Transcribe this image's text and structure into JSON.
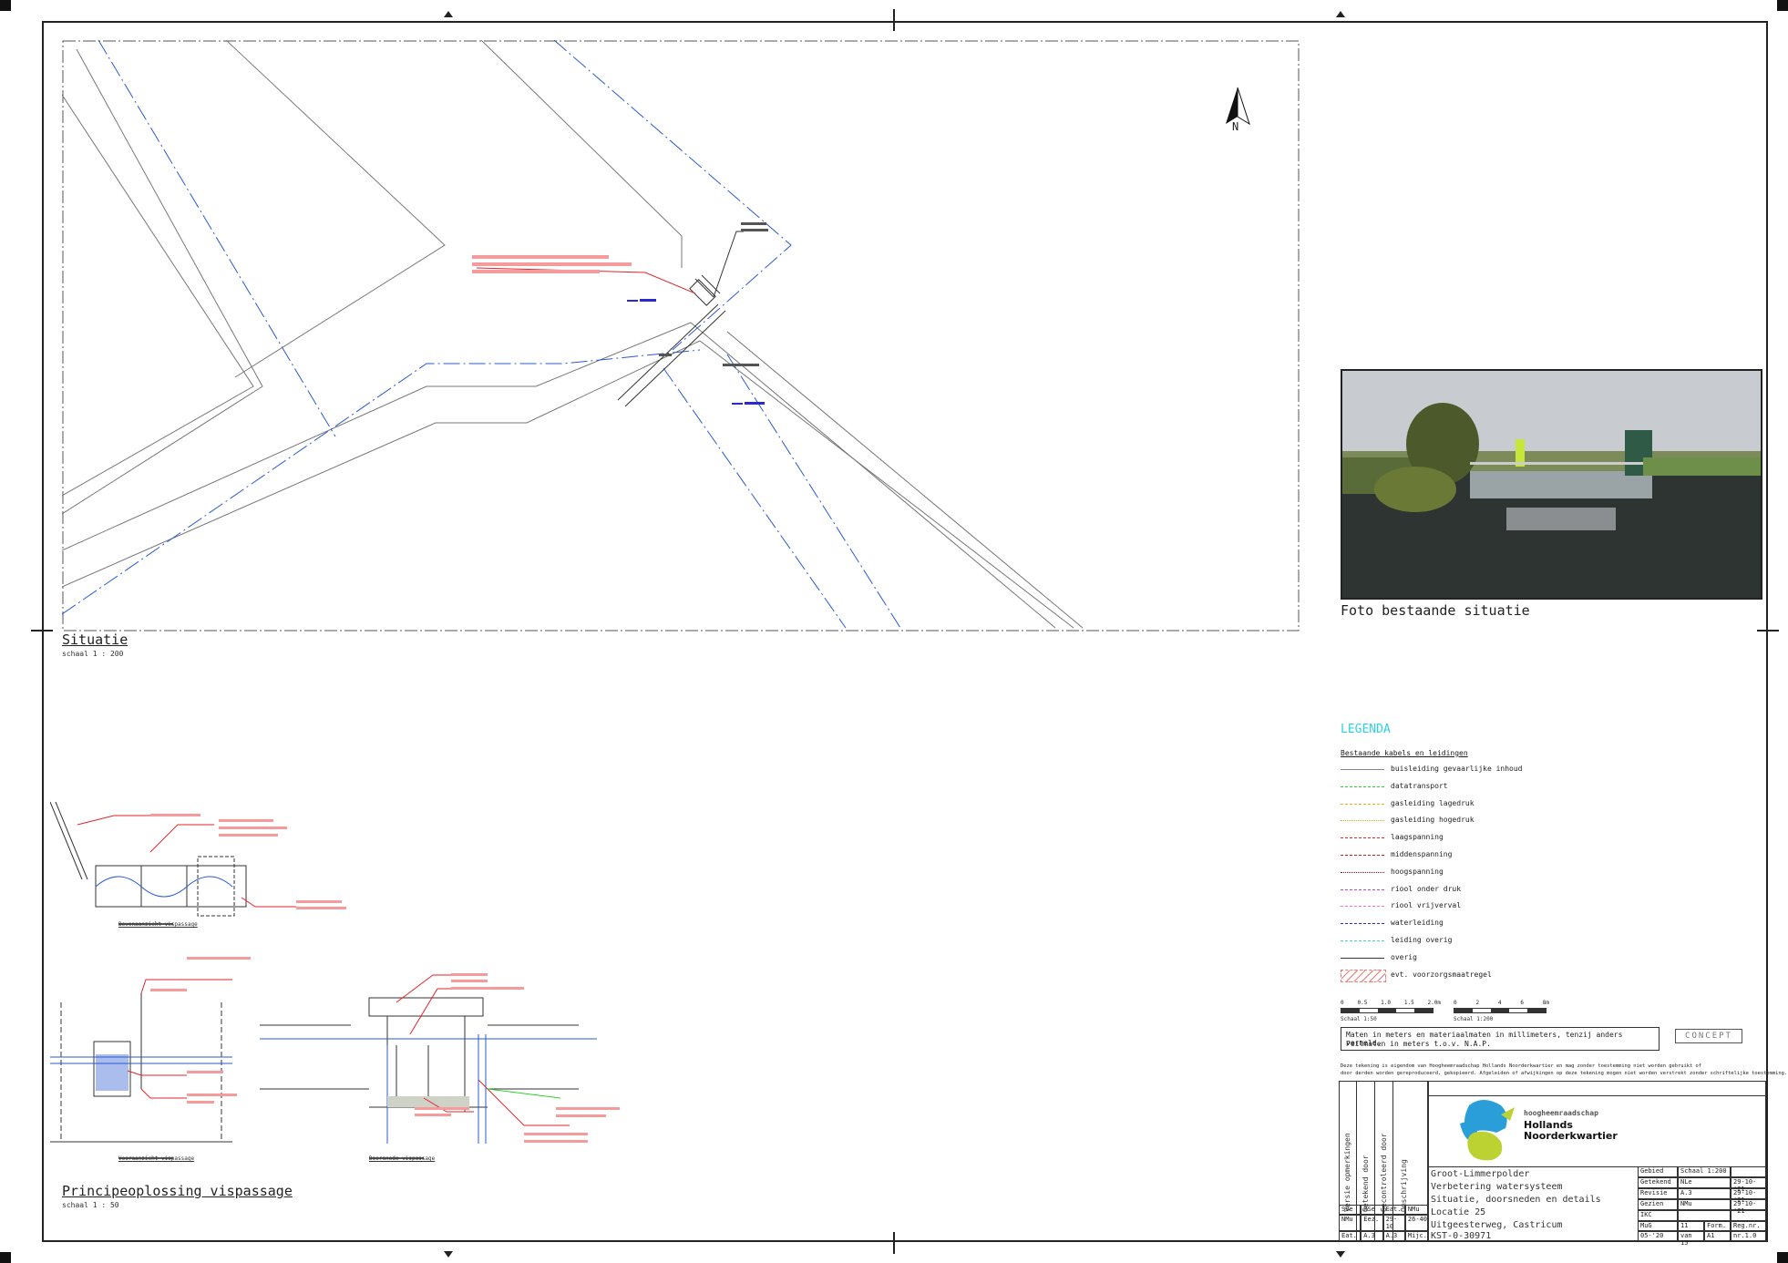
{
  "north_label": "N",
  "situatie": {
    "title": "Situatie",
    "scale": "schaal 1 : 200"
  },
  "photo": {
    "caption": "Foto bestaande situatie"
  },
  "principe": {
    "title": "Principeoplossing vispassage",
    "scale": "schaal 1 : 50",
    "sub_labels": [
      "Bovenaanzicht vispassage",
      "Vooraanzicht vispassage",
      "Doorsnede vispassage"
    ]
  },
  "legenda": {
    "title": "LEGENDA",
    "subtitle": "Bestaande kabels en leidingen",
    "items": [
      {
        "label": "buisleiding gevaarlijke inhoud",
        "color": "#888888",
        "style": "solid"
      },
      {
        "label": "datatransport",
        "color": "#2bd62b",
        "style": "dashed"
      },
      {
        "label": "gasleiding lagedruk",
        "color": "#e3b21a",
        "style": "dashed"
      },
      {
        "label": "gasleiding hogedruk",
        "color": "#e3b21a",
        "style": "dotted"
      },
      {
        "label": "laagspanning",
        "color": "#e0262b",
        "style": "dashed"
      },
      {
        "label": "middenspanning",
        "color": "#c01e22",
        "style": "dashed"
      },
      {
        "label": "hoogspanning",
        "color": "#8b1519",
        "style": "dotted"
      },
      {
        "label": "riool onder druk",
        "color": "#c23fd0",
        "style": "dashed"
      },
      {
        "label": "riool vrijverval",
        "color": "#e07ad4",
        "style": "dashed"
      },
      {
        "label": "waterleiding",
        "color": "#2a2ad0",
        "style": "dashed"
      },
      {
        "label": "leiding overig",
        "color": "#3fd0d0",
        "style": "dashed"
      },
      {
        "label": "overig",
        "color": "#333333",
        "style": "solid"
      },
      {
        "label": "evt. voorzorgsmaatregel",
        "color": "#ee7a7a",
        "style": "hatch"
      }
    ]
  },
  "scalebars": {
    "left_label": "Schaal 1:50",
    "left_ticks": [
      "0",
      "0.5",
      "1.0",
      "1.5",
      "2.0m"
    ],
    "right_label": "Schaal 1:200",
    "right_ticks": [
      "0",
      "2",
      "4",
      "6",
      "8m"
    ]
  },
  "notes": {
    "line1": "Maten in meters en materiaalmaten in millimeters, tenzij anders vermeld.",
    "line2": "Peilmaten in meters t.o.v. N.A.P.",
    "stamp": "CONCEPT",
    "disclaimer1": "Deze tekening is eigendom van Hoogheemraadschap Hollands Noorderkwartier en mag zonder toestemming niet worden gebruikt of",
    "disclaimer2": "door derden worden gereproduceerd, gekopieerd. Afgeleiden of afwijkingen op deze tekening mogen niet worden verstrekt zonder schriftelijke toestemming."
  },
  "titleblock": {
    "org_small": "hoogheemraadschap",
    "org_line1": "Hollands",
    "org_line2": "Noorderkwartier",
    "project_lines": [
      "Groot-Limmerpolder",
      "Verbetering watersysteem",
      "Situatie, doorsneden en details",
      "Locatie 25",
      "Uitgeesterweg, Castricum",
      "KST-0-30971"
    ],
    "side_headers": [
      "Versie opmerkingen",
      "Getekend door",
      "Gecontroleerd door",
      "Omschrijving"
    ],
    "meta_rows": [
      {
        "label": "Gebied",
        "value": "Schaal  1:200",
        "date": ""
      },
      {
        "label": "Getekend",
        "value": "NLe",
        "date": "29-10-'21"
      },
      {
        "label": "Revisie",
        "value": "A.3",
        "date": "29-10-'21"
      },
      {
        "label": "Gezien",
        "value": "NMu",
        "date": "29-10-'21"
      },
      {
        "label": "IKC",
        "value": "",
        "date": ""
      }
    ],
    "bottom_cells": [
      {
        "a": "MuG",
        "b": "11",
        "c": "Form.",
        "d": "Reg.nr."
      },
      {
        "a": "05-'20",
        "b": "van 15",
        "c": "A1",
        "d": "nr.1.0"
      }
    ],
    "rev_cells": [
      "SVe",
      "RSe",
      "Eat.",
      "NMu",
      "NMu",
      "Eez.",
      "29-10",
      "26-40",
      "Eat.",
      "A.3",
      "A.3",
      "Mijc."
    ]
  }
}
